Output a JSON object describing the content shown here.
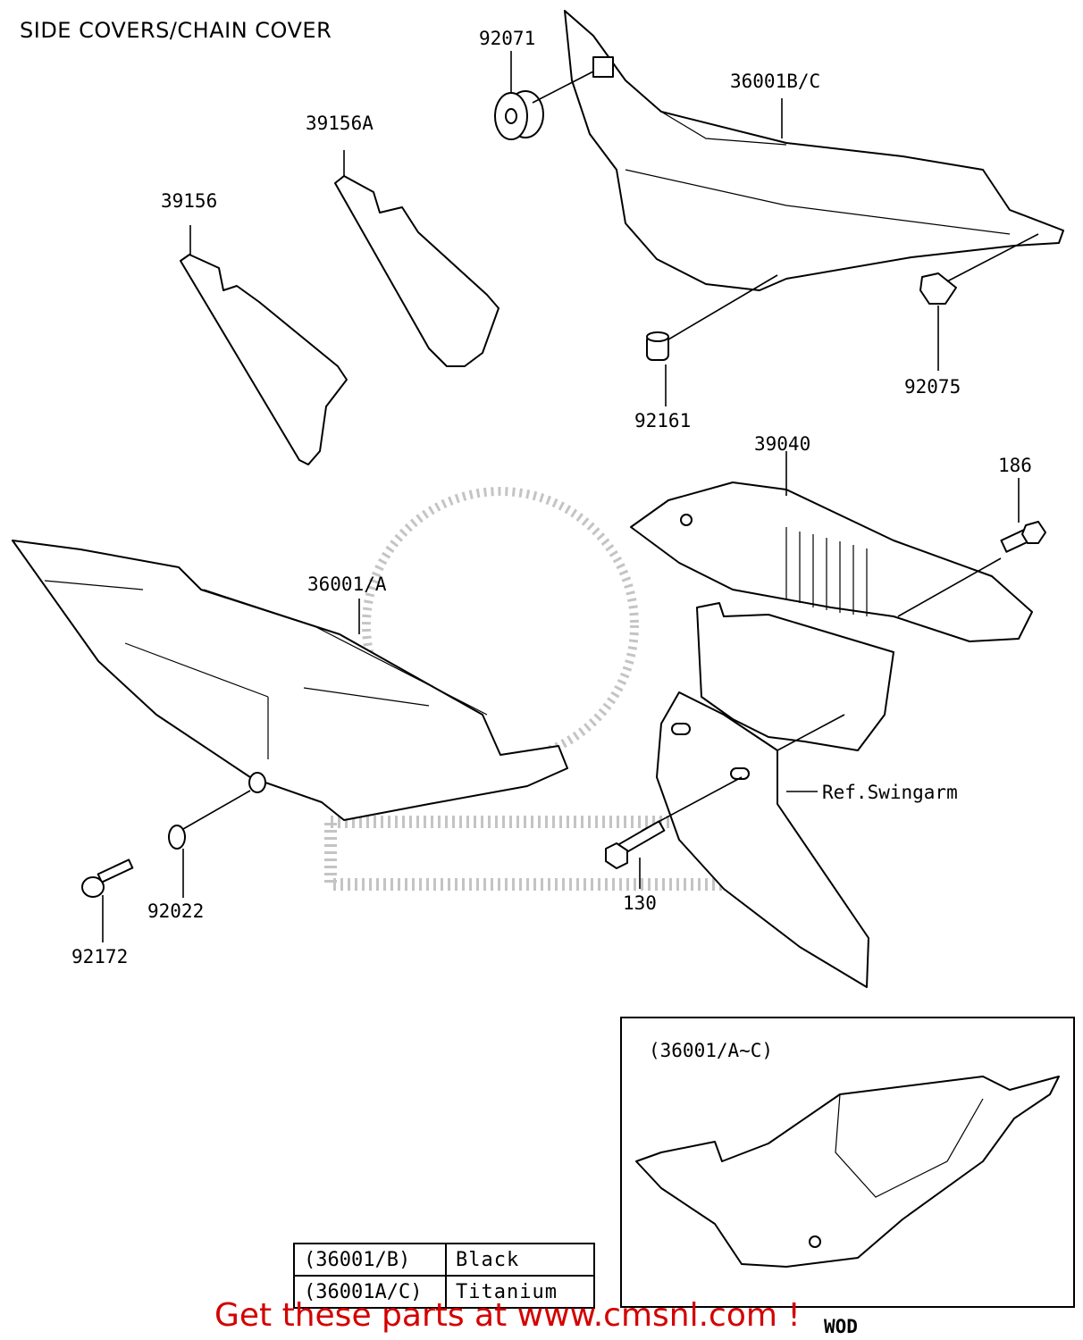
{
  "page_title": "SIDE COVERS/CHAIN COVER",
  "part_labels": {
    "p92071": "92071",
    "p36001BC": "36001B/C",
    "p39156A": "39156A",
    "p39156": "39156",
    "p92161": "92161",
    "p92075": "92075",
    "p39040": "39040",
    "p186": "186",
    "p36001A": "36001/A",
    "pRefSwingarm": "Ref.Swingarm",
    "p130": "130",
    "p92022": "92022",
    "p92172": "92172"
  },
  "inset": {
    "title": "(36001/A~C)"
  },
  "color_table": {
    "rows": [
      {
        "code": "(36001/B)",
        "color": "Black"
      },
      {
        "code": "(36001A/C)",
        "color": "Titanium"
      }
    ]
  },
  "footer_text": "Get these parts at www.cmsnl.com !",
  "corner_mark": "WOD",
  "accent_color": "#d40000"
}
